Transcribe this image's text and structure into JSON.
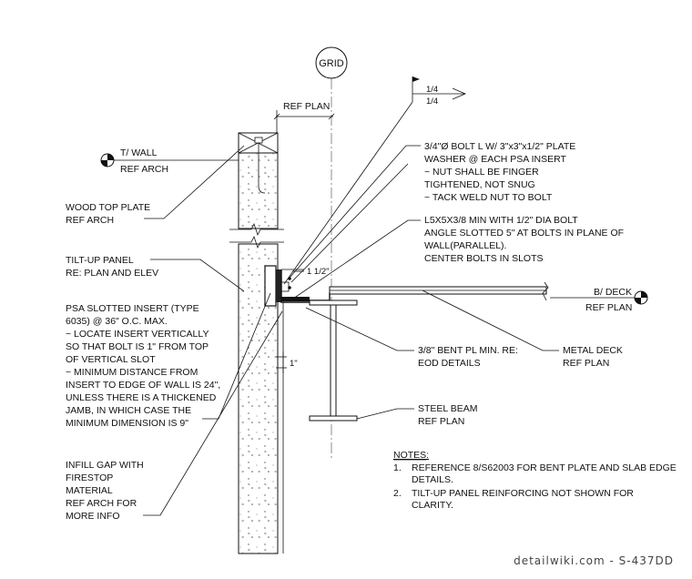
{
  "grid": {
    "label": "GRID"
  },
  "dims": {
    "ref_plan": "REF PLAN",
    "fillet_top": "1/4",
    "fillet_bottom": "1/4",
    "one_half": "1 1/2\"",
    "one_inch": "1\""
  },
  "levels": {
    "t_wall": {
      "title": "T/ WALL",
      "ref": "REF ARCH"
    },
    "b_deck": {
      "title": "B/ DECK",
      "ref": "REF PLAN"
    }
  },
  "callouts": {
    "wood_top_plate": [
      "WOOD TOP PLATE",
      "REF ARCH"
    ],
    "tilt_up_panel": [
      "TILT-UP PANEL",
      "RE: PLAN AND ELEV"
    ],
    "psa_insert": [
      "PSA SLOTTED INSERT (TYPE",
      "6035) @ 36\" O.C. MAX.",
      "~ LOCATE INSERT VERTICALLY",
      "SO THAT BOLT IS 1\" FROM TOP",
      "OF VERTICAL SLOT",
      "~ MINIMUM DISTANCE FROM",
      "INSERT TO EDGE OF WALL IS 24\",",
      "UNLESS THERE IS A THICKENED",
      "JAMB, IN WHICH CASE THE",
      "MINIMUM DIMENSION IS 9\""
    ],
    "infill_gap": [
      "INFILL GAP WITH",
      "FIRESTOP",
      "MATERIAL",
      "REF ARCH FOR",
      "MORE INFO"
    ],
    "bolt": [
      "3/4\"Ø BOLT L W/ 3\"x3\"x1/2\" PLATE",
      "WASHER @ EACH PSA INSERT",
      "~ NUT SHALL BE FINGER",
      "TIGHTENED, NOT SNUG",
      "~ TACK WELD NUT TO BOLT"
    ],
    "angle": [
      "L5X5X3/8 MIN WITH 1/2\" DIA BOLT",
      "ANGLE SLOTTED 5\" AT BOLTS IN PLANE OF",
      "WALL(PARALLEL).",
      "CENTER BOLTS IN SLOTS"
    ],
    "bent_plate": [
      "3/8\" BENT PL MIN. RE:",
      "EOD DETAILS"
    ],
    "metal_deck": [
      "METAL DECK",
      "REF PLAN"
    ],
    "steel_beam": [
      "STEEL BEAM",
      "REF PLAN"
    ]
  },
  "notes": {
    "heading": "NOTES:",
    "items": [
      {
        "num": "1.",
        "lines": [
          "REFERENCE 8/S62003 FOR BENT PLATE AND SLAB EDGE",
          "DETAILS."
        ]
      },
      {
        "num": "2.",
        "lines": [
          "TILT-UP PANEL REINFORCING NOT SHOWN FOR",
          "CLARITY."
        ]
      }
    ]
  },
  "watermark": "detailwiki.com - S-437DD"
}
